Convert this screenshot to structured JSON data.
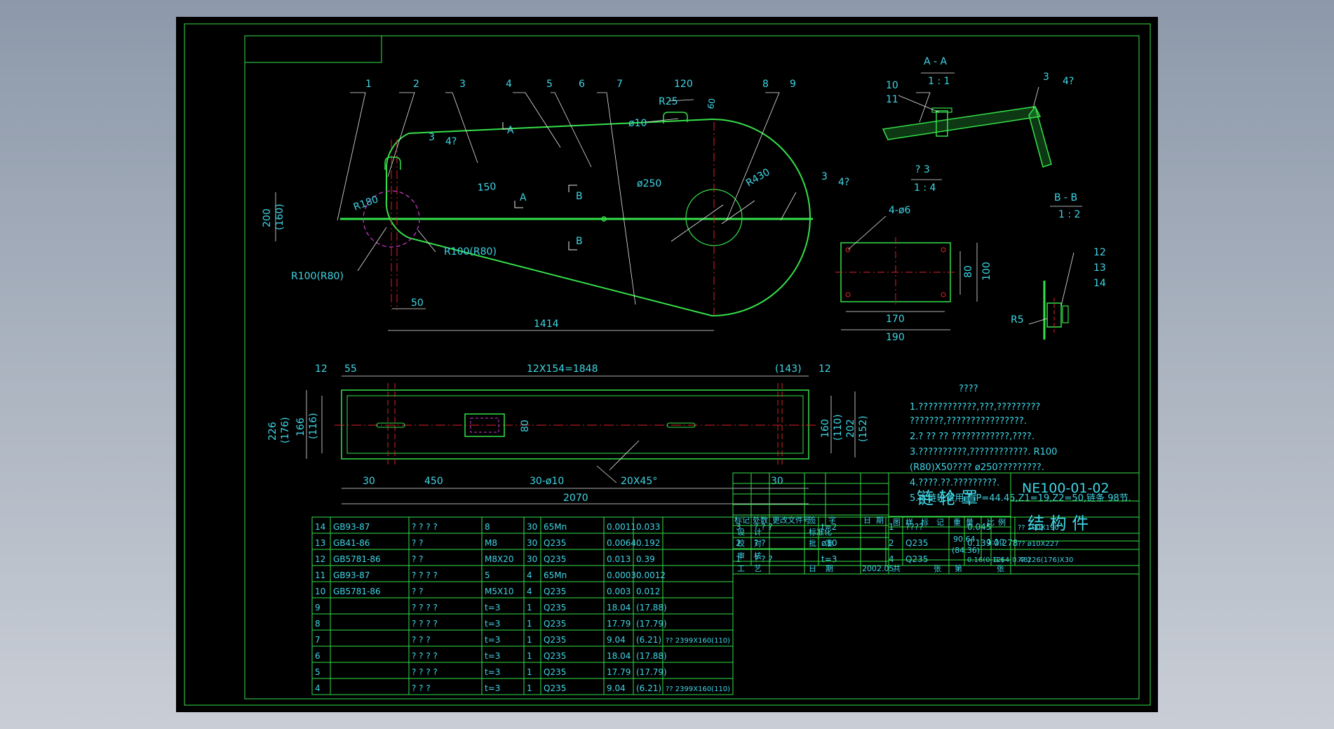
{
  "views": {
    "section_aa_title": "A - A",
    "section_aa_scale": "1 : 1",
    "detail_title": "? 3",
    "detail_scale": "1 : 4",
    "section_bb_title": "B - B",
    "section_bb_scale": "1 : 2"
  },
  "callouts": [
    "1",
    "2",
    "3",
    "4",
    "5",
    "6",
    "7",
    "8",
    "9",
    "10",
    "11",
    "12",
    "13",
    "14"
  ],
  "weld": {
    "leg": "3",
    "sym": "4?"
  },
  "section_marks": {
    "a": "A",
    "b": "B"
  },
  "dims": {
    "d120": "120",
    "d60": "60",
    "r25": "R25",
    "phi10": "ø10",
    "d150": "150",
    "phi250": "ø250",
    "r430": "R430",
    "d200": "200",
    "d160p": "(160)",
    "r180": "R180",
    "r100_a": "R100(R80)",
    "r100_b": "R100(R80)",
    "d50": "50",
    "d1414": "1414",
    "holes": "4-ø6",
    "d80": "80",
    "d100": "100",
    "d170": "170",
    "d190": "190",
    "r5": "R5",
    "d12a": "12",
    "d55": "55",
    "pitch": "12X154=1848",
    "d143": "(143)",
    "d12b": "12",
    "d226": "226",
    "d176": "(176)",
    "d166": "166",
    "d116": "(116)",
    "d80b": "80",
    "d160": "160",
    "d110": "(110)",
    "d202": "202",
    "d152": "(152)",
    "d30a": "30",
    "d450": "450",
    "holes30": "30-ø10",
    "chamfer": "20X45°",
    "d30b": "30",
    "d2070": "2070"
  },
  "notes": {
    "heading": "????",
    "lines": [
      "1.????????????,???,?????????",
      "   ???????,????????????????.",
      "2.? ?? ?? ????????????,????.",
      "3.??????????,????????????.         R100",
      "   (R80)X50????   ø250?????????.",
      "4.????.??.?????????.",
      "5.本链轮罩用于  P=44.45,Z1=19,Z2=50,链条 98节."
    ]
  },
  "parts_left": [
    [
      "14",
      "GB93-87",
      "? ? ? ?",
      "8",
      "30",
      "65Mn",
      "0.0011",
      "0.033"
    ],
    [
      "13",
      "GB41-86",
      "? ?",
      "M8",
      "30",
      "Q235",
      "0.0064",
      "0.192"
    ],
    [
      "12",
      "GB5781-86",
      "? ?",
      "M8X20",
      "30",
      "Q235",
      "0.013",
      "0.39"
    ],
    [
      "11",
      "GB93-87",
      "? ? ? ?",
      "5",
      "4",
      "65Mn",
      "0.0003",
      "0.0012"
    ],
    [
      "10",
      "GB5781-86",
      "? ?",
      "M5X10",
      "4",
      "Q235",
      "0.003",
      "0.012"
    ],
    [
      "9",
      "",
      "? ? ? ?",
      "t=3",
      "1",
      "Q235",
      "18.04",
      "(17.88)"
    ],
    [
      "8",
      "",
      "? ? ? ?",
      "t=3",
      "1",
      "Q235",
      "17.79",
      "(17.79)"
    ],
    [
      "7",
      "",
      "? ? ?",
      "t=3",
      "1",
      "Q235",
      "9.04",
      "(6.21)",
      "?? 2399X160(110)"
    ],
    [
      "6",
      "",
      "? ? ? ?",
      "t=3",
      "1",
      "Q235",
      "18.04",
      "(17.88)"
    ],
    [
      "5",
      "",
      "? ? ? ?",
      "t=3",
      "1",
      "Q235",
      "17.79",
      "(17.79)"
    ],
    [
      "4",
      "",
      "? ? ?",
      "t=3",
      "1",
      "Q235",
      "9.04",
      "(6.21)",
      "?? 2399X160(110)"
    ]
  ],
  "parts_right": [
    [
      "3",
      "? ? ?",
      "t=2",
      "1",
      "????",
      "0.045",
      "",
      "?? 100X190"
    ],
    [
      "2",
      "? ?",
      "ø10",
      "2",
      "Q235",
      "0.139",
      "0.278",
      "?? ø10X227"
    ],
    [
      "1",
      "? ? ?",
      "t=3",
      "4",
      "Q235",
      "0.16(0.12)",
      "0.64(0.48)",
      "?? 226(176)X30"
    ]
  ],
  "parts_header": [
    "??",
    "?",
    "?",
    "?",
    "?",
    "??",
    "?",
    "?",
    "? ?",
    "? ?",
    "?",
    "?"
  ],
  "title_block": {
    "name": "链 轮 罩",
    "number": "NE100-01-02",
    "type": "结 构 件",
    "rev_labels": [
      "标记",
      "处数",
      "更改文件号",
      "签",
      "字",
      "日",
      "期"
    ],
    "sign_labels": [
      "设",
      "计",
      "标准化",
      "校",
      "对",
      "批",
      "准",
      "审",
      "核",
      "工",
      "艺",
      "日",
      "期"
    ],
    "date": "2002.05",
    "stage_labels": [
      "图",
      "样",
      "标",
      "记",
      "重",
      "量",
      "比",
      "例"
    ],
    "weight": "90.64",
    "weight_alt": "(84.36)",
    "scale": "1:10",
    "sheet_total": "共",
    "sheet_total_unit": "张",
    "sheet_no": "第",
    "sheet_no_unit": "张"
  },
  "colors": {
    "outline": "#35e04a",
    "text": "#3fd6e6",
    "leader": "#e8e8e8",
    "center": "#e0202a",
    "hidden": "#d23cd2"
  }
}
